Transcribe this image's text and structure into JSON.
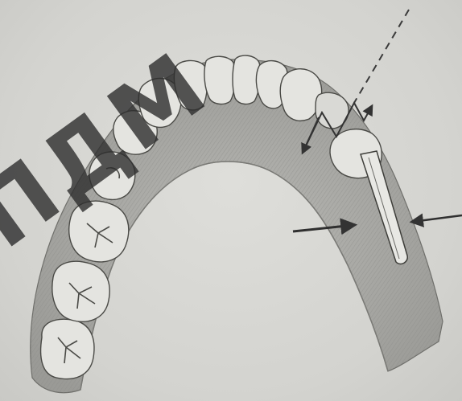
{
  "watermark": {
    "text": "ПДМ",
    "kind": "diagonal publisher watermark"
  },
  "illustration": {
    "subject": "mandible-with-lower-dentition-and-fixation-pin",
    "teeth_icons": [
      "molar-icon",
      "molar-icon",
      "molar-icon",
      "premolar-icon",
      "premolar-icon",
      "canine-icon",
      "incisor-icon",
      "incisor-icon",
      "incisor-icon",
      "incisor-icon",
      "canine-icon",
      "premolar-icon"
    ],
    "arrows": [
      "dashed-guide-line-icon",
      "zigzag-arrow-icon",
      "compression-arrow-left-icon",
      "compression-arrow-right-icon"
    ],
    "colors": {
      "background": "#d7d7d3",
      "bone_shading": "#a9a9a5",
      "ink": "#3a3a3a",
      "watermark": "#2e2e2e"
    }
  }
}
